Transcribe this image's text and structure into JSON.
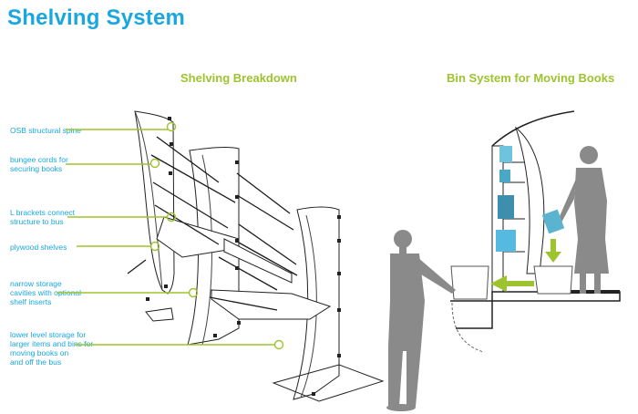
{
  "page": {
    "title": "Shelving System",
    "left_heading": "Shelving Breakdown",
    "right_heading": "Bin System for Moving Books"
  },
  "callouts": [
    {
      "id": "osb",
      "text": "OSB structural spine"
    },
    {
      "id": "bungee",
      "text": "bungee cords for\nsecuring books"
    },
    {
      "id": "brackets",
      "text": "L brackets connect\nstructure to bus"
    },
    {
      "id": "plywood",
      "text": "plywood shelves"
    },
    {
      "id": "narrow",
      "text": "narrow storage\ncavities with optional\nshelf inserts"
    },
    {
      "id": "lower",
      "text": "lower level storage for\nlarger items and bins for\nmoving books on\nand off the bus"
    }
  ],
  "colors": {
    "title": "#1aa7e0",
    "heading": "#9dc42e",
    "leader": "#9dc42e",
    "book": "#5ab4cf",
    "figure": "#8a8a8a"
  }
}
